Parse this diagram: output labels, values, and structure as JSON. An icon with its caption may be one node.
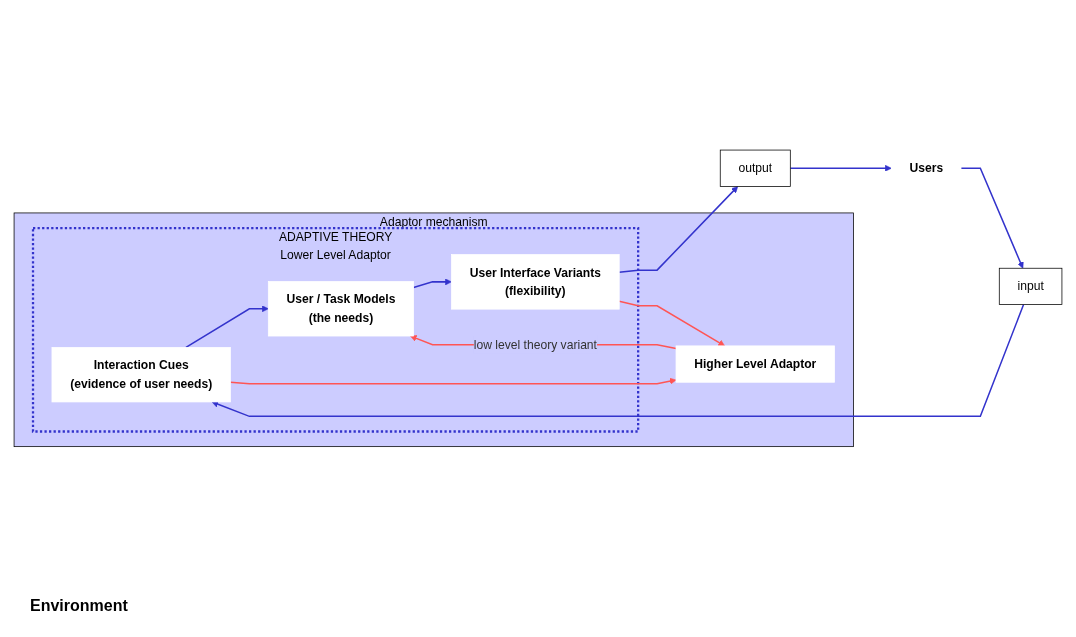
{
  "diagram": {
    "nodes": [
      {
        "text": [
          "Adaptor mechanism"
        ]
      },
      {
        "text": [
          "ADAPTIVE THEORY",
          "Lower Level Adaptor"
        ],
        "in": 0
      },
      {
        "text": [
          "Interaction Cues",
          "(evidence of user needs)"
        ],
        "in": 1
      },
      {
        "text": [
          "User / Task Models",
          "(the needs)"
        ],
        "in": 1
      },
      {
        "text": [
          "User Interface Variants",
          "(flexibility)"
        ],
        "in": 1
      },
      {
        "text": [
          "Higher Level Adaptor"
        ],
        "in": 0
      },
      {
        "text": [
          "input"
        ]
      },
      {
        "text": [
          "output"
        ]
      },
      {
        "text": [
          "Users"
        ]
      }
    ],
    "edges": [
      {
        "from": 8,
        "to": 6,
        "arrow": "to"
      },
      {
        "from": 6,
        "to": 2,
        "arrow": "to"
      },
      {
        "from": 2,
        "to": 3,
        "arrow": "to"
      },
      {
        "from": 3,
        "to": 4,
        "arrow": "to"
      },
      {
        "from": 4,
        "to": 7,
        "arrow": "to"
      },
      {
        "from": 7,
        "to": 8,
        "arrow": "to"
      },
      {
        "from": 2,
        "to": 5,
        "arrow": "to",
        "color": "#ff5555"
      },
      {
        "from": 4,
        "to": 5,
        "arrow": "to",
        "color": "#ff5555"
      },
      {
        "from": 5,
        "to": 3,
        "arrow": "to",
        "label": "low level theory variant",
        "color": "#ff5555"
      }
    ],
    "labels": [
      "Environment"
    ]
  }
}
